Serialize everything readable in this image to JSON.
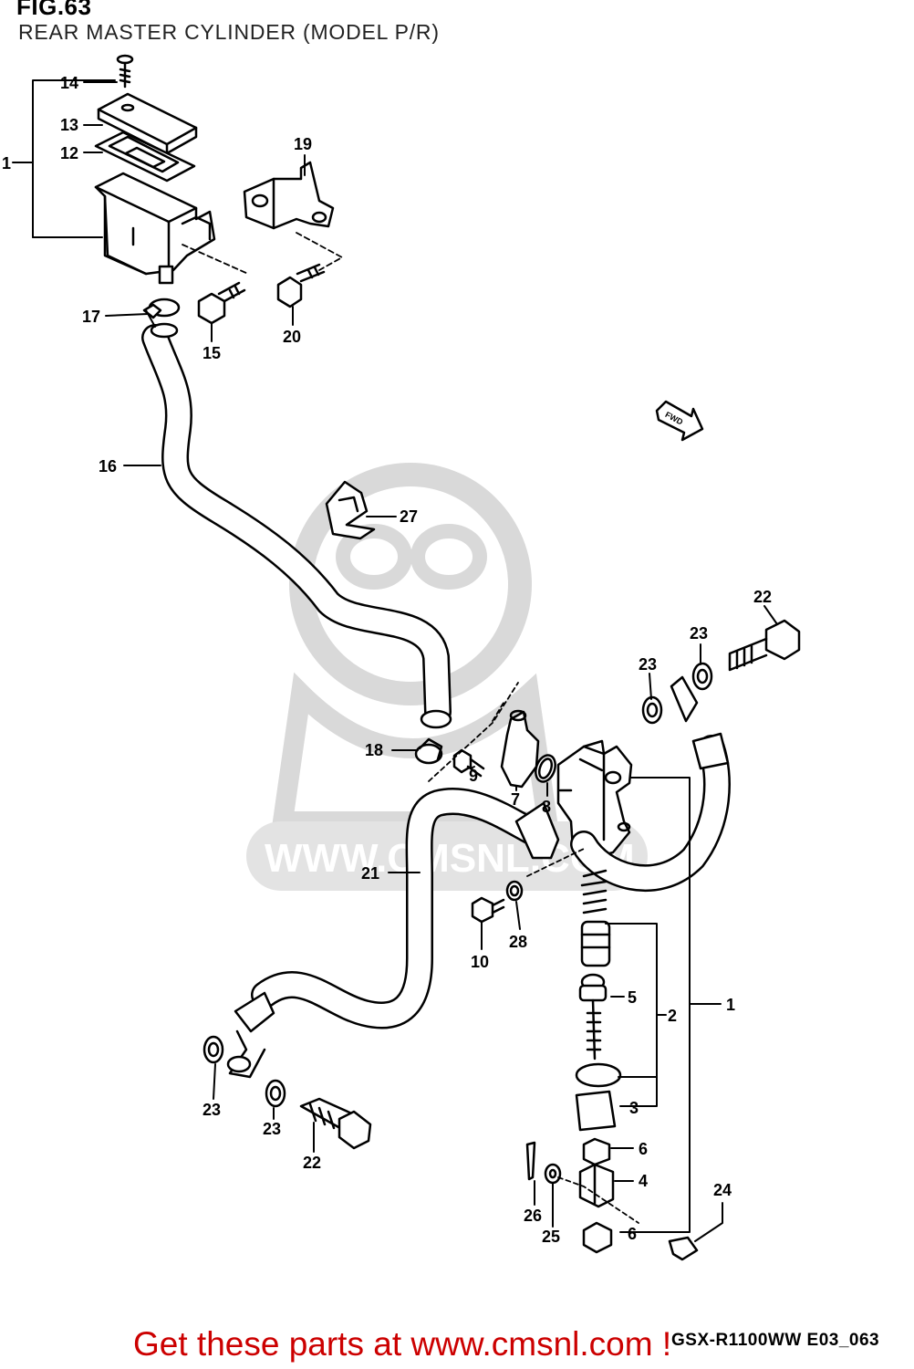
{
  "figure": {
    "title": "FIG.63",
    "subtitle": "REAR MASTER CYLINDER (MODEL P/R)",
    "model_code": "GSX-R1100WW  E03_063"
  },
  "direction_marker": "FWD",
  "watermark": "WWW.CMSNL.COM",
  "promo": {
    "text": "Get these parts at www.cmsnl.com !",
    "color": "#cc0000"
  },
  "callouts": {
    "c1_top": "1",
    "c14": "14",
    "c13": "13",
    "c12": "12",
    "c19": "19",
    "c17": "17",
    "c15": "15",
    "c20": "20",
    "c16": "16",
    "c27": "27",
    "c22_top": "22",
    "c23_a": "23",
    "c23_b": "23",
    "c18": "18",
    "c9": "9",
    "c7": "7",
    "c8": "8",
    "c21": "21",
    "c10": "10",
    "c28": "28",
    "c5": "5",
    "c2": "2",
    "c1_right": "1",
    "c3": "3",
    "c6_a": "6",
    "c4": "4",
    "c6_b": "6",
    "c24": "24",
    "c26": "26",
    "c25": "25",
    "c23_c": "23",
    "c23_d": "23",
    "c22_bottom": "22"
  },
  "colors": {
    "line": "#000000",
    "watermark": "#d9d9d9",
    "promo": "#cc0000"
  }
}
